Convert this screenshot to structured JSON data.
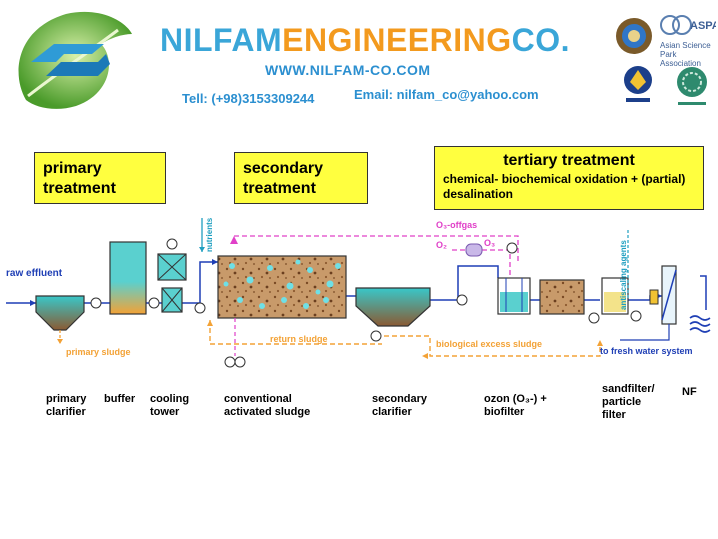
{
  "header": {
    "brand_part1": "NILFAM",
    "brand_part2": "ENGINEERING",
    "brand_part3": "CO.",
    "website": "WWW.NILFAM-CO.COM",
    "tel": "Tell: (+98)3153309244",
    "email": "Email: nilfam_co@yahoo.com",
    "aspa_line1": "ASPA",
    "aspa_line2": "Asian Science",
    "aspa_line3": "Park Association"
  },
  "stages": {
    "primary": "primary treatment",
    "secondary": "secondary treatment",
    "tertiary_title": "tertiary  treatment",
    "tertiary_sub": "chemical- biochemical  oxidation + (partial) desalination"
  },
  "diagram": {
    "raw_effluent": "raw effluent",
    "nutrients": "nutrients",
    "primary_sludge": "primary sludge",
    "return_sludge": "return sludge",
    "excess_sludge": "biological excess sludge",
    "offgas": "O₃-offgas",
    "o2": "O₂",
    "o3": "O₃",
    "antiscaling": "antiscaling agents",
    "fresh_water": "to fresh water system"
  },
  "captions": {
    "primary_clarifier": "primary clarifier",
    "buffer": "buffer",
    "cooling_tower": "cooling tower",
    "activated_sludge": "conventional activated sludge",
    "secondary_clarifier": "secondary clarifier",
    "ozon": "ozon (O₃-) + biofilter",
    "sandfilter": "sandfilter/ particle filter",
    "nf": "NF"
  },
  "colors": {
    "brand_blue": "#3aa6d8",
    "brand_orange": "#f39a1e",
    "stage_yellow": "#ffff3f",
    "pipe_blue": "#1f3fb5",
    "sludge_orange": "#f3a236",
    "gas_magenta": "#e040c8",
    "tank_teal": "#39c7c9",
    "sludge_brown": "#8a5a33"
  }
}
